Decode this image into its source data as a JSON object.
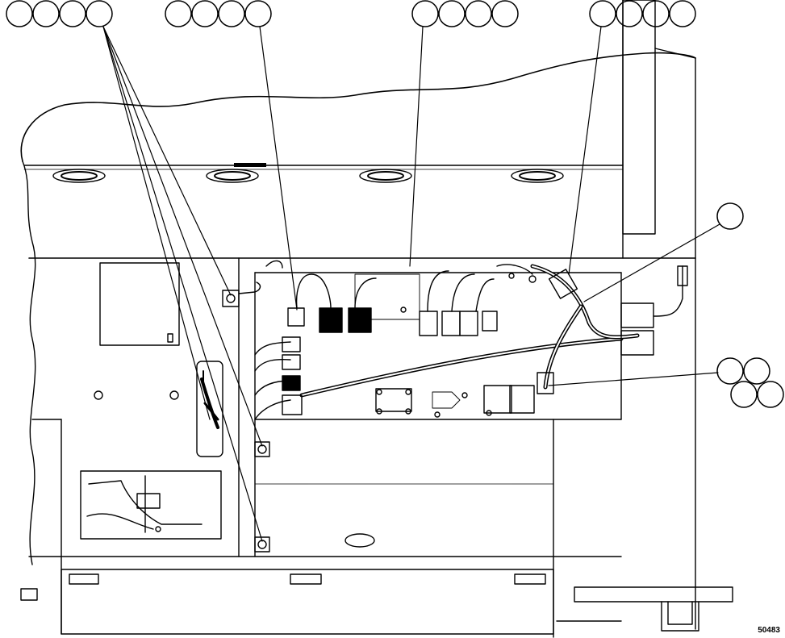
{
  "figure": {
    "id_label": "50483"
  },
  "colors": {
    "ink": "#000000",
    "paper": "#ffffff",
    "shade": "#cfcfcf"
  },
  "callouts": {
    "group_1": {
      "balloon_count": 4,
      "leader_count": 4
    },
    "group_2": {
      "balloon_count": 4,
      "leader_count": 1
    },
    "group_3": {
      "balloon_count": 4,
      "leader_count": 1
    },
    "group_4": {
      "balloon_count": 4,
      "leader_count": 1
    },
    "group_5": {
      "balloon_count": 1,
      "leader_count": 1
    },
    "group_6": {
      "balloon_count": 4,
      "leader_count": 1
    }
  }
}
